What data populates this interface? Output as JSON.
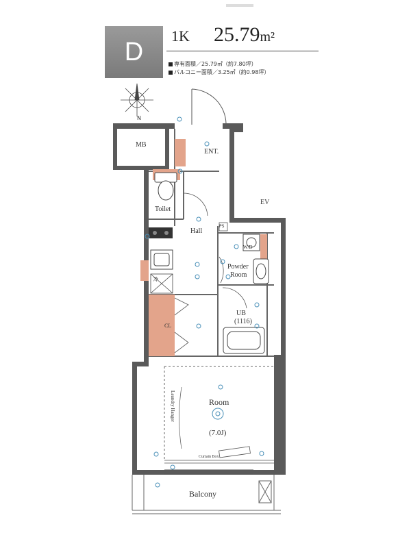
{
  "header": {
    "unit": "D",
    "plan_type": "1K",
    "area_value": "25.79",
    "area_unit": "m²",
    "private_area": "専有面積／25.79㎡（約7.80坪）",
    "balcony_area": "バルコニー面積／3.25㎡（約0.98坪）"
  },
  "compass": {
    "north": "N"
  },
  "rooms": {
    "mb": "MB",
    "entrance": "ENT.",
    "ev": "EV",
    "toilet": "Toilet",
    "hall": "Hall",
    "wd": "W/D",
    "powder_room_line1": "Powder",
    "powder_room_line2": "Room",
    "ub": "UB",
    "ub_size": "(1116)",
    "closet": "CL",
    "room": "Room",
    "room_size": "(7.0J)",
    "laundry_hanger": "Laundry Hanger",
    "curtain_box": "Curtain Box",
    "balcony": "Balcony",
    "fridge": "冷",
    "ps": "PS"
  },
  "colors": {
    "wall": "#555555",
    "storage_fill": "#e3a48b",
    "header_block": "#8a8a8a",
    "fixture_blue": "#4a90b8"
  }
}
